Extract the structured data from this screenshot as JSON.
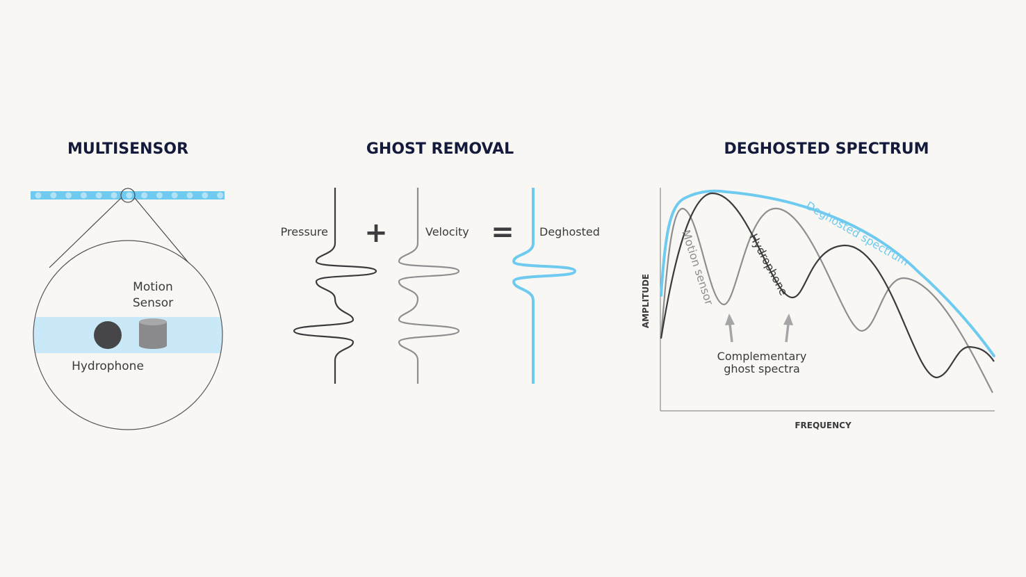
{
  "panels": {
    "multisensor": {
      "title": "MULTISENSOR",
      "motion_label_line1": "Motion",
      "motion_label_line2": "Sensor",
      "hydrophone_label": "Hydrophone"
    },
    "ghost_removal": {
      "title": "GHOST REMOVAL",
      "pressure_label": "Pressure",
      "plus_symbol": "+",
      "velocity_label": "Velocity",
      "equals_symbol": "=",
      "deghosted_label": "Deghosted"
    },
    "deghosted_spectrum": {
      "title": "DEGHOSTED SPECTRUM",
      "y_axis_label": "AMPLITUDE",
      "x_axis_label": "FREQUENCY",
      "deghosted_curve_label": "Deghosted spectrum",
      "motion_curve_label": "Motion sensor",
      "hydrophone_curve_label": "Hydrophone",
      "annotation_line1": "Complementary",
      "annotation_line2": "ghost spectra"
    }
  },
  "colors": {
    "background": "#f8f7f3",
    "title": "#141a3c",
    "accent_blue": "#6fcaf0",
    "light_blue": "#c9e9f8",
    "dark_line": "#3a3a3c",
    "gray_line": "#8e8e90"
  }
}
